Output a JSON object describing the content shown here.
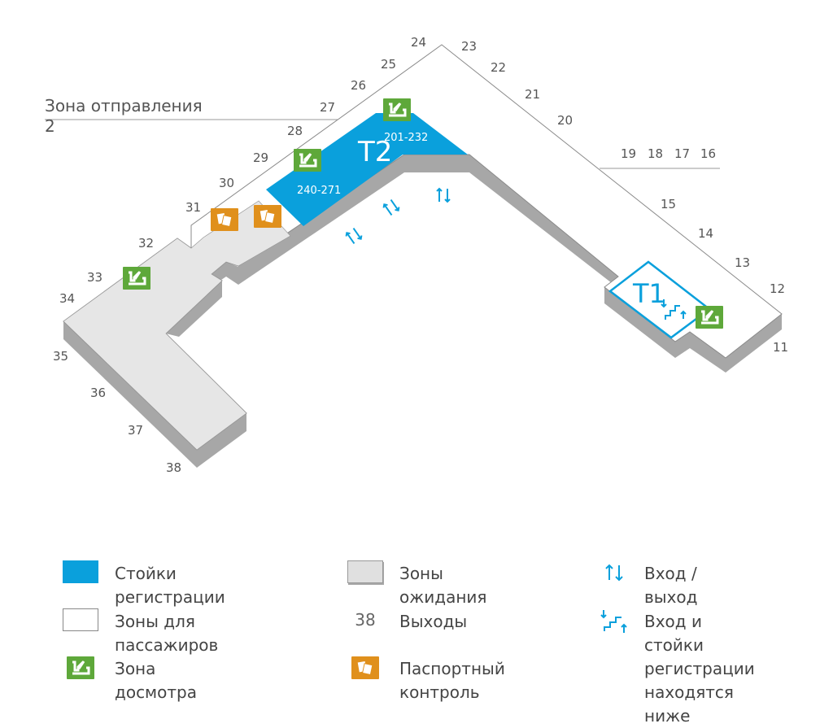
{
  "colors": {
    "checkin": "#0aa0dc",
    "waiting": "#e6e6e6",
    "wall": "#a7a7a7",
    "security": "#5ea83a",
    "passport": "#e0901c",
    "text": "#555555"
  },
  "zone": {
    "title": "Зона отправления",
    "number": "2"
  },
  "terminals": {
    "t2": "T2",
    "t1": "T1"
  },
  "counters": {
    "a": "201-232",
    "b": "240-271"
  },
  "gates": [
    "11",
    "12",
    "13",
    "14",
    "15",
    "16",
    "17",
    "18",
    "19",
    "20",
    "21",
    "22",
    "23",
    "24",
    "25",
    "26",
    "27",
    "28",
    "29",
    "30",
    "31",
    "32",
    "33",
    "34",
    "35",
    "36",
    "37",
    "38"
  ],
  "legend": {
    "checkin": "Стойки регистрации",
    "passenger": "Зоны для пассажиров",
    "security": "Зона досмотра",
    "waiting": "Зоны ожидания",
    "gates_sample": "38",
    "gates": "Выходы",
    "passport": "Паспортный контроль",
    "entrance": "Вход / выход",
    "entrance_below": "Вход и стойки\nрегистрации\nнаходятся ниже"
  }
}
